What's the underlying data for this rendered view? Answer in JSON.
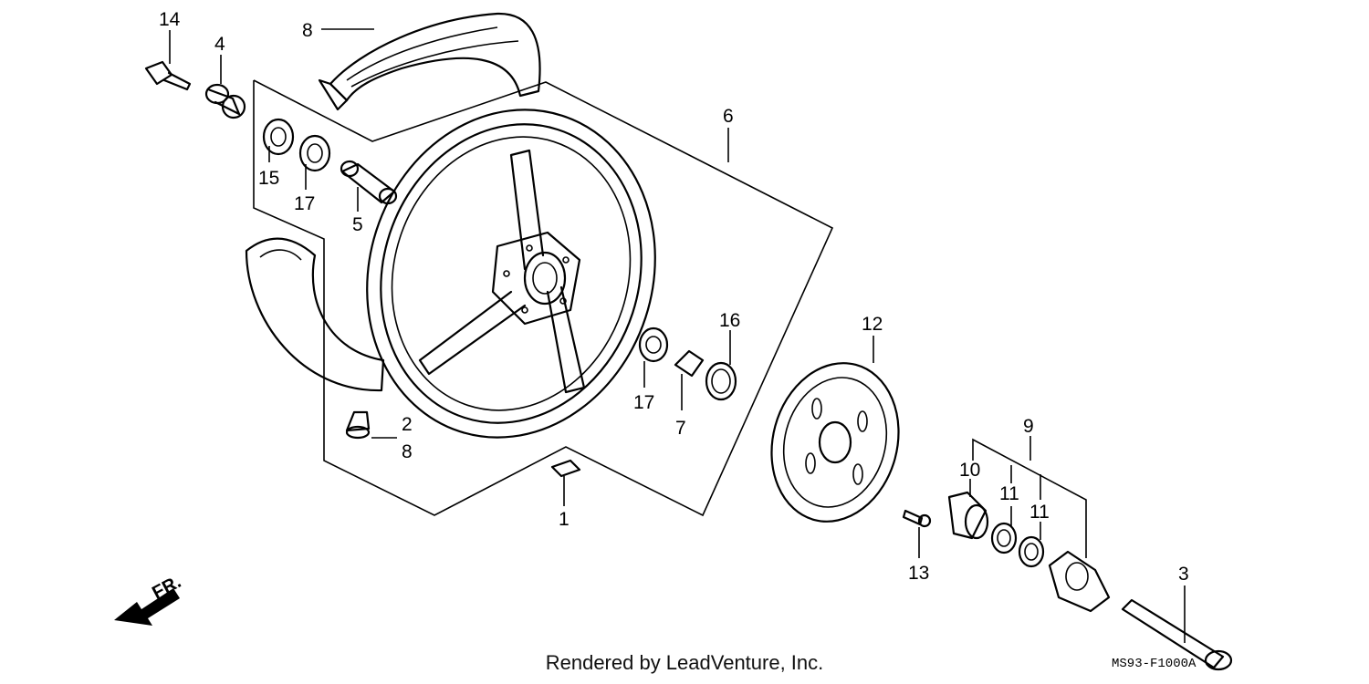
{
  "diagram": {
    "callouts": {
      "c1": "1",
      "c2": "2",
      "c3": "3",
      "c4": "4",
      "c5": "5",
      "c6": "6",
      "c7": "7",
      "c8a": "8",
      "c8b": "8",
      "c9": "9",
      "c10": "10",
      "c11a": "11",
      "c11b": "11",
      "c12": "12",
      "c13": "13",
      "c14": "14",
      "c15": "15",
      "c16": "16",
      "c17a": "17",
      "c17b": "17"
    },
    "direction_label": "FR.",
    "diagram_code": "MS93-F1000A"
  },
  "footer": {
    "credit": "Rendered by LeadVenture, Inc."
  }
}
